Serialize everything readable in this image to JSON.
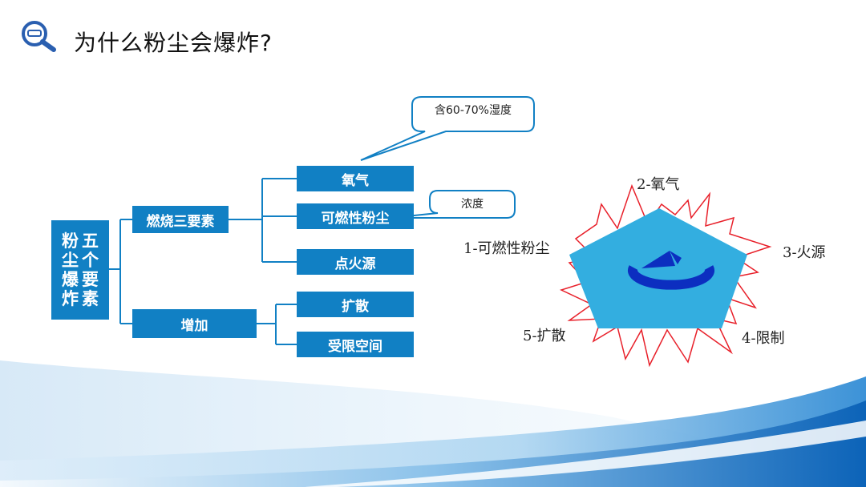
{
  "title": "为什么粉尘会爆炸?",
  "colors": {
    "box": "#1180c4",
    "pentagon": "#33aee0",
    "arrow": "#0c2ec0",
    "burst": "#e8202a",
    "connector": "#1180c4"
  },
  "icons": {
    "title_icon": "magnifier-icon"
  },
  "tree": {
    "root": {
      "col1": [
        "粉",
        "尘",
        "爆",
        "炸"
      ],
      "col2": [
        "五",
        "个",
        "要",
        "素"
      ]
    },
    "branch1": {
      "label": "燃烧三要素",
      "children": [
        "氧气",
        "可燃性粉尘",
        "点火源"
      ]
    },
    "branch2": {
      "label": "增加",
      "children": [
        "扩散",
        "受限空间"
      ]
    }
  },
  "callouts": [
    "含60-70%湿度",
    "浓度"
  ],
  "pentagon": {
    "labels": [
      "1-可燃性粉尘",
      "2-氧气",
      "3-火源",
      "4-限制",
      "5-扩散"
    ]
  }
}
